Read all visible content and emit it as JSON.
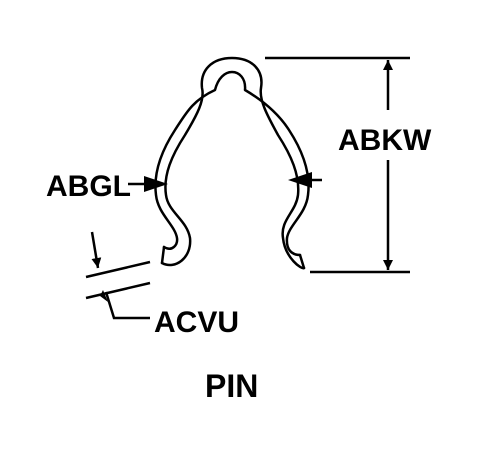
{
  "figure": {
    "part_name": "PIN",
    "labels": {
      "abgl": "ABGL",
      "abkw": "ABKW",
      "acvu": "ACVU"
    }
  },
  "colors": {
    "ink": "#000000",
    "background": "#ffffff"
  }
}
